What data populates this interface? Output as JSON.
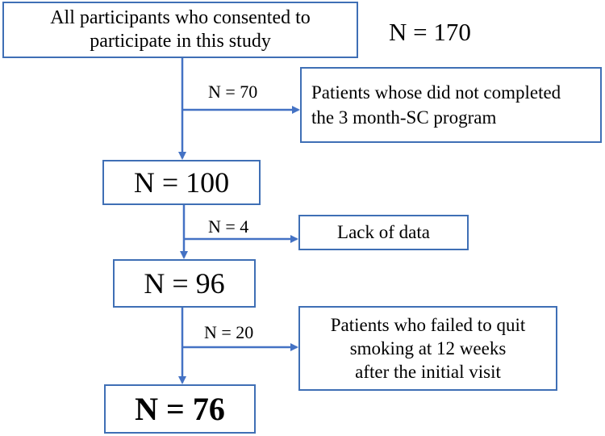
{
  "start": {
    "text": "All participants who consented to\nparticipate in this study",
    "count": "N = 170"
  },
  "exclusions": [
    {
      "n_label": "N = 70",
      "reason": "Patients whose did not completed\nthe 3 month-SC program"
    },
    {
      "n_label": "N = 4",
      "reason": "Lack of data"
    },
    {
      "n_label": "N = 20",
      "reason": "Patients who failed to quit\nsmoking at 12 weeks\nafter the initial visit"
    }
  ],
  "stages": [
    {
      "label": "N = 100"
    },
    {
      "label": "N = 96"
    },
    {
      "label": "N = 76"
    }
  ],
  "colors": {
    "line": "#4472c4",
    "border": "#3f6fb5"
  }
}
